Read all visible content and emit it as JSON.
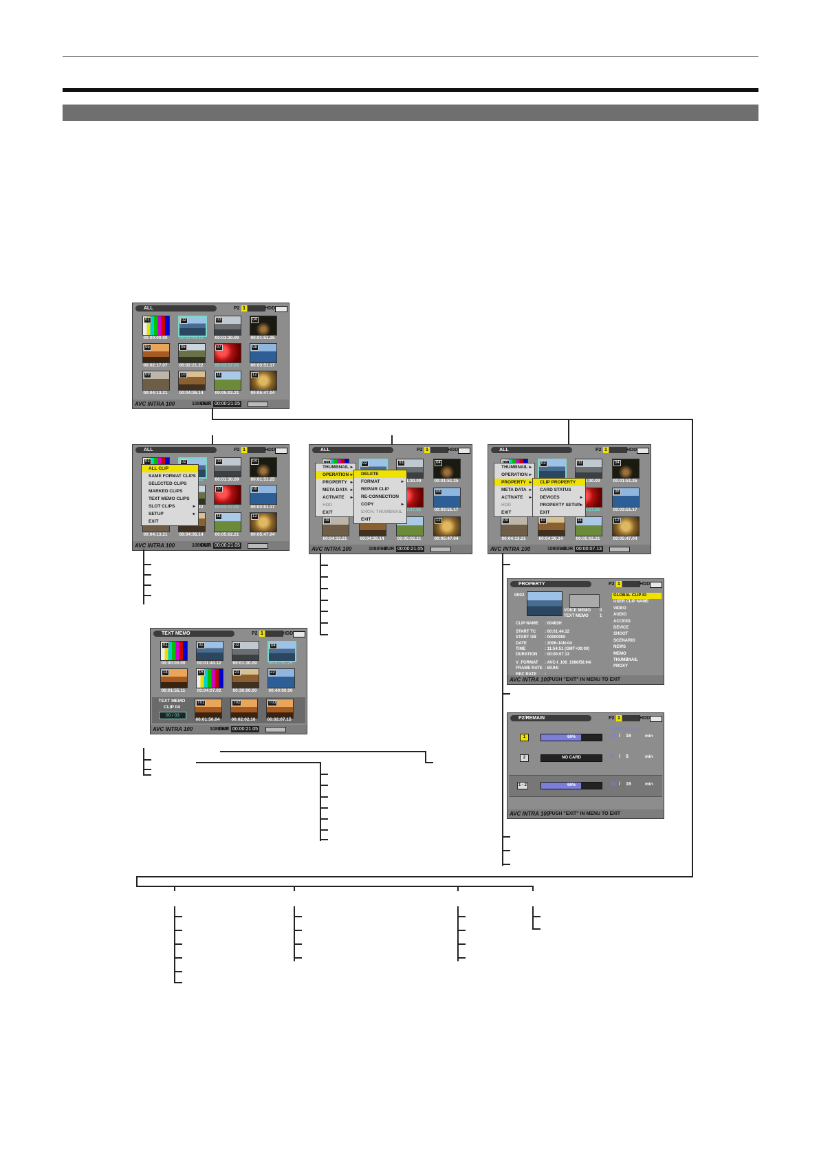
{
  "screens": {
    "main": {
      "title": "ALL",
      "p2": "P2",
      "slot": "1",
      "hdd": "HDD",
      "format": "1080/60i",
      "dur_label": "DUR",
      "dur": "00:00:21.05",
      "avc": "AVC INTRA 100",
      "clips": [
        {
          "n": "01",
          "tc": "00:00:00.00",
          "kind": "bars"
        },
        {
          "n": "02",
          "tc": "00:01:44.12",
          "kind": "coast",
          "sel": true
        },
        {
          "n": "03",
          "tc": "00:01:30.09",
          "kind": "city"
        },
        {
          "n": "04",
          "tc": "00:01:51.25",
          "kind": "night"
        },
        {
          "n": "05",
          "tc": "00:02:17.07",
          "kind": "sunset"
        },
        {
          "n": "06",
          "tc": "00:02:21.22",
          "kind": "hill"
        },
        {
          "n": "07",
          "tc": "00:03:17.01",
          "kind": "red"
        },
        {
          "n": "08",
          "tc": "00:03:51.17",
          "kind": "sea"
        },
        {
          "n": "09",
          "tc": "00:04:13.21",
          "kind": "town"
        },
        {
          "n": "10",
          "tc": "00:04:36.14",
          "kind": "temple"
        },
        {
          "n": "11",
          "tc": "00:05:02.21",
          "kind": "field"
        },
        {
          "n": "12",
          "tc": "00:05:47.04",
          "kind": "gold"
        }
      ]
    },
    "thumb_menu": {
      "title": "ALL",
      "dur": "00:00:21.05",
      "items": [
        "ALL CLIP",
        "SAME FORMAT CLIPS",
        "SELECTED CLIPS",
        "MARKED CLIPS",
        "TEXT MEMO CLIPS",
        "SLOT CLIPS",
        "SETUP",
        "EXIT"
      ]
    },
    "op_menu": {
      "title": "ALL",
      "dur": "00:00:21.05",
      "left": [
        "THUMBNAIL",
        "OPERATION",
        "PROPERTY",
        "META DATA",
        "ACTIVATE",
        "HDD",
        "EXIT"
      ],
      "sub": [
        "DELETE",
        "FORMAT",
        "REPAIR CLIP",
        "RE-CONNECTION",
        "COPY",
        "EXCH. THUMBNAIL",
        "EXIT"
      ]
    },
    "prop_menu": {
      "title": "ALL",
      "dur": "00:00:07.13",
      "left": [
        "THUMBNAIL",
        "OPERATION",
        "PROPERTY",
        "META DATA",
        "ACTIVATE",
        "HDD",
        "EXIT"
      ],
      "sub": [
        "CLIP PROPERTY",
        "CARD STATUS",
        "DEVICES",
        "PROPERTY SETUP",
        "EXIT"
      ]
    },
    "text_memo": {
      "title": "TEXT MEMO",
      "dur": "00:00:21.05",
      "memo_label": "TEXT MEMO",
      "memo_clip": "CLIP 04",
      "memo_count": "00 / 03",
      "clips": [
        {
          "n": "01",
          "tc": "00:00:00.00",
          "kind": "bars"
        },
        {
          "n": "02",
          "tc": "00:01:44.12",
          "kind": "coast"
        },
        {
          "n": "03",
          "tc": "00:01:30.09",
          "kind": "city"
        },
        {
          "n": "04",
          "tc": "00:01:51.25",
          "kind": "coast",
          "sel": true
        },
        {
          "n": "14",
          "tc": "00:01:55.11",
          "kind": "sunset"
        },
        {
          "n": "15",
          "tc": "00:04:07.02",
          "kind": "bars"
        },
        {
          "n": "21",
          "tc": "00:30:00.00",
          "kind": "temple"
        },
        {
          "n": "22",
          "tc": "00:40:00.00",
          "kind": "sea"
        }
      ],
      "memos": [
        {
          "n": "T01",
          "tc": "00:01:56.04"
        },
        {
          "n": "T02",
          "tc": "00:02:02.16"
        },
        {
          "n": "T03",
          "tc": "00:02:07.15"
        }
      ]
    },
    "property": {
      "title": "PROPERTY",
      "clip_no": "0002",
      "voice_memo_label": "VOICE MEMO",
      "voice_memo": "0",
      "text_memo_label": "TEXT MEMO",
      "text_memo": "1",
      "fields": [
        [
          "CLIP NAME",
          ": 00483H"
        ],
        [
          "START TC",
          ": 00:01:44.12"
        ],
        [
          "START UB",
          ": 00000000"
        ],
        [
          "DATE",
          ": 2006-JAN-04"
        ],
        [
          "TIME",
          ": 11:54:51 (GMT+00:00)"
        ],
        [
          "DURATION",
          ": 00:00:07.13"
        ],
        [
          "V_FORMAT",
          ": AVC-I_100_1080/59.94i"
        ],
        [
          "FRAME RATE",
          ": 59.94i"
        ],
        [
          "REC RATE",
          ":"
        ]
      ],
      "side": [
        "GLOBAL CLIP ID",
        "USER CLIP NAME",
        "VIDEO",
        "AUDIO",
        "ACCESS",
        "DEVICE",
        "SHOOT",
        "SCENARIO",
        "NEWS",
        "MEMO",
        "THUMBNAIL",
        "PROXY"
      ],
      "footer": "PUSH \"EXIT\" IN MENU TO EXIT"
    },
    "remain": {
      "title": "P2/REMAIN",
      "head": "REMAIN / ALL",
      "unit": "min",
      "footer": "PUSH \"EXIT\" IN MENU TO EXIT",
      "rows": [
        {
          "slot": "1",
          "bar": "66%",
          "fill": 0.66,
          "remain": "11",
          "all": "16"
        },
        {
          "slot": "2",
          "bar": "NO CARD",
          "fill": 0,
          "remain": "0",
          "all": "0"
        },
        {
          "slot": "1 - 2",
          "bar": "66%",
          "fill": 0.66,
          "remain": "11",
          "all": "16"
        }
      ]
    }
  },
  "colors": {
    "highlight": "#f0e200",
    "cyan": "#79d9cf",
    "menu_bg": "#d9d9d9",
    "screen_bg": "#8d8d8d",
    "bar": "#7b7fd6"
  }
}
